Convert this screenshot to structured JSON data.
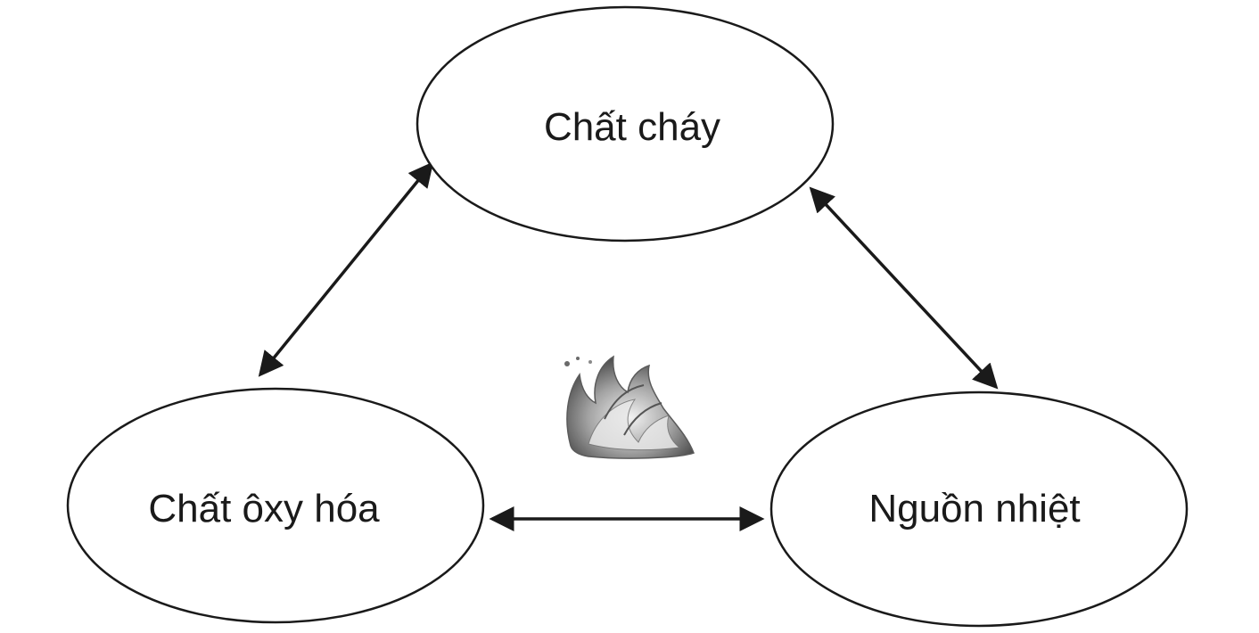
{
  "nodes": {
    "fuel": {
      "label": "Chất cháy"
    },
    "oxidizer": {
      "label": "Chất ôxy hóa"
    },
    "heat": {
      "label": "Nguồn nhiệt"
    }
  },
  "connections": [
    {
      "from": "fuel",
      "to": "oxidizer",
      "direction": "both"
    },
    {
      "from": "fuel",
      "to": "heat",
      "direction": "both"
    },
    {
      "from": "oxidizer",
      "to": "heat",
      "direction": "both"
    }
  ],
  "center_icon": "fire-icon",
  "colors": {
    "stroke": "#1a1a1a",
    "background": "#ffffff"
  }
}
